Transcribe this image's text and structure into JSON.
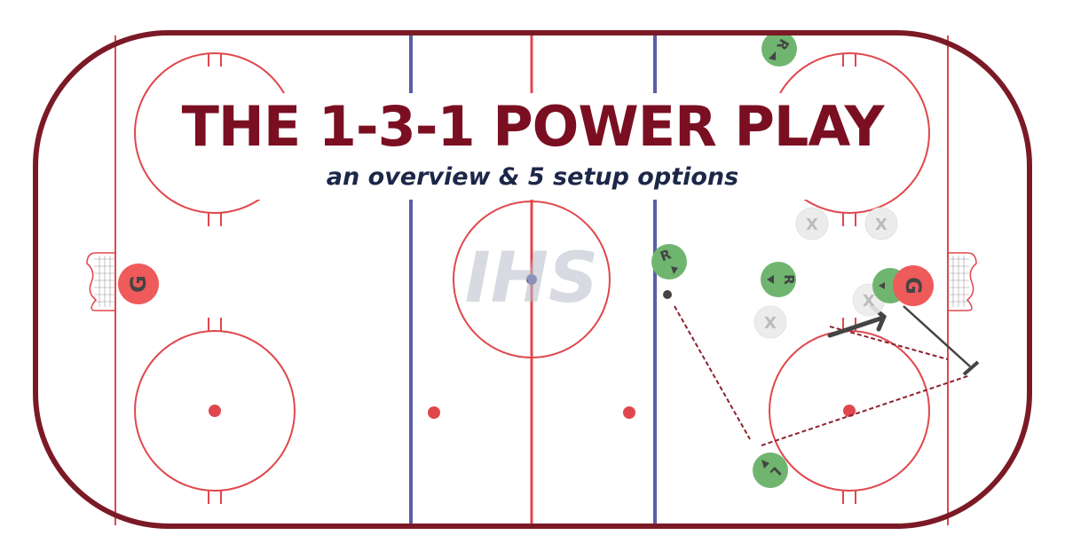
{
  "title": "THE 1-3-1 POWER PLAY",
  "subtitle": "an overview & 5 setup options",
  "watermark": "IHS",
  "colors": {
    "boards": "#7b1a26",
    "red_line": "#e0474c",
    "blue_line": "#5a5ea6",
    "player": "#6fb56f",
    "goalie": "#ef5a5a",
    "defender": "#ececec",
    "pass": "#8a2330",
    "skate": "#444444"
  },
  "players": {
    "r1": "R",
    "r2": "R",
    "r3": "R",
    "l1": "L",
    "goalie_left": "G",
    "goalie_right": "G",
    "x1": "X",
    "x2": "X",
    "x3": "X",
    "x4": "X"
  }
}
